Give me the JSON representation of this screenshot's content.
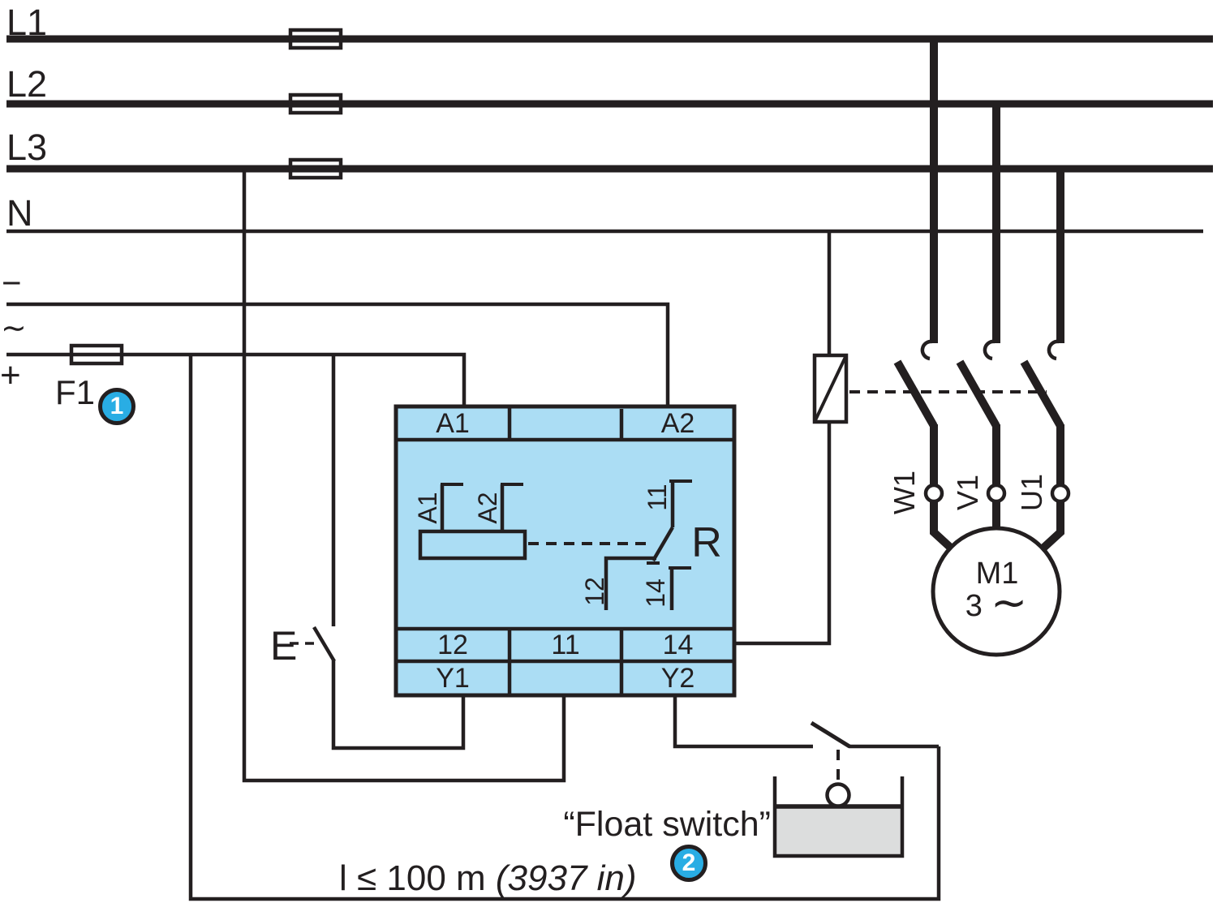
{
  "power_labels": {
    "l1": "L1",
    "l2": "L2",
    "l3": "L3",
    "n": "N"
  },
  "supply": {
    "minus": "−",
    "ac": "∼",
    "plus": "+",
    "fuse": "F1"
  },
  "manual_switch": {
    "label": "E"
  },
  "relay": {
    "a1": "A1",
    "a2": "A2",
    "t12": "12",
    "t11": "11",
    "t14": "14",
    "y1": "Y1",
    "y2": "Y2",
    "coil_a1": "A1",
    "coil_a2": "A2",
    "c11": "11",
    "c12": "12",
    "c14": "14",
    "name": "R"
  },
  "motor": {
    "name": "M1",
    "phase": "3",
    "sine": "∼",
    "w1": "W1",
    "v1": "V1",
    "u1": "U1"
  },
  "float_switch": {
    "label": "“Float switch”"
  },
  "callouts": {
    "one": "1",
    "two": "2"
  },
  "cable_note": {
    "normal": "l ≤ 100 m ",
    "italic": "(3937 in)"
  },
  "colors": {
    "line": "#231f20",
    "relay_fill": "#abddf4",
    "badge_fill": "#29ade4",
    "water_fill": "#dcdddd"
  }
}
